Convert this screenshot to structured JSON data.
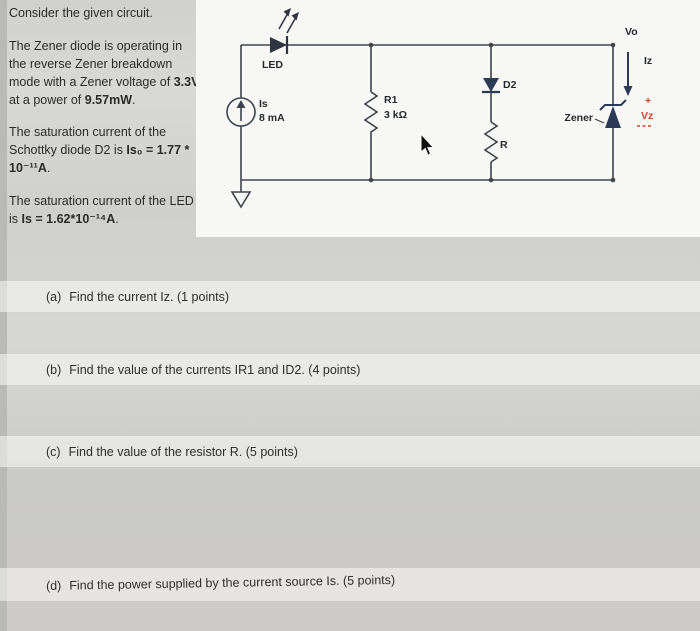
{
  "problem": {
    "intro": "Consider the given circuit.",
    "p1": {
      "t1": "The Zener diode is operating in the reverse Zener breakdown mode with a Zener voltage of ",
      "b1": "3.3V",
      "t2": " at a power of ",
      "b2": "9.57mW",
      "t3": "."
    },
    "p2": {
      "t1": "The saturation current of the Schottky diode D2 is ",
      "b1": "Is₀ = 1.77 * 10⁻¹¹A",
      "t2": "."
    },
    "p3": {
      "t1": "The saturation current of the LED is ",
      "b1": "Is = 1.62*10⁻¹⁴A",
      "t2": "."
    }
  },
  "questions": [
    {
      "label": "(a)",
      "text": "Find the current Iz. (1 points)"
    },
    {
      "label": "(b)",
      "text": "Find the value of the currents IR1 and ID2. (4 points)"
    },
    {
      "label": "(c)",
      "text": "Find the value of the resistor R. (5 points)"
    },
    {
      "label": "(d)",
      "text": "Find the power supplied by the current source Is. (5 points)"
    }
  ],
  "circuit": {
    "led_label": "LED",
    "source_label": "Is",
    "source_value": "8 mA",
    "r1_label": "R1",
    "r1_value": "3 kΩ",
    "d2_label": "D2",
    "r_label": "R",
    "zener_label": "Zener",
    "vo_label": "Vo",
    "iz_label": "Iz",
    "vz_plus": "+",
    "vz_label": "Vz",
    "colors": {
      "wire": "#40454c",
      "diode": "#2b3a55",
      "accent_red": "#cc4430",
      "panel": "#f7f7f5"
    }
  }
}
